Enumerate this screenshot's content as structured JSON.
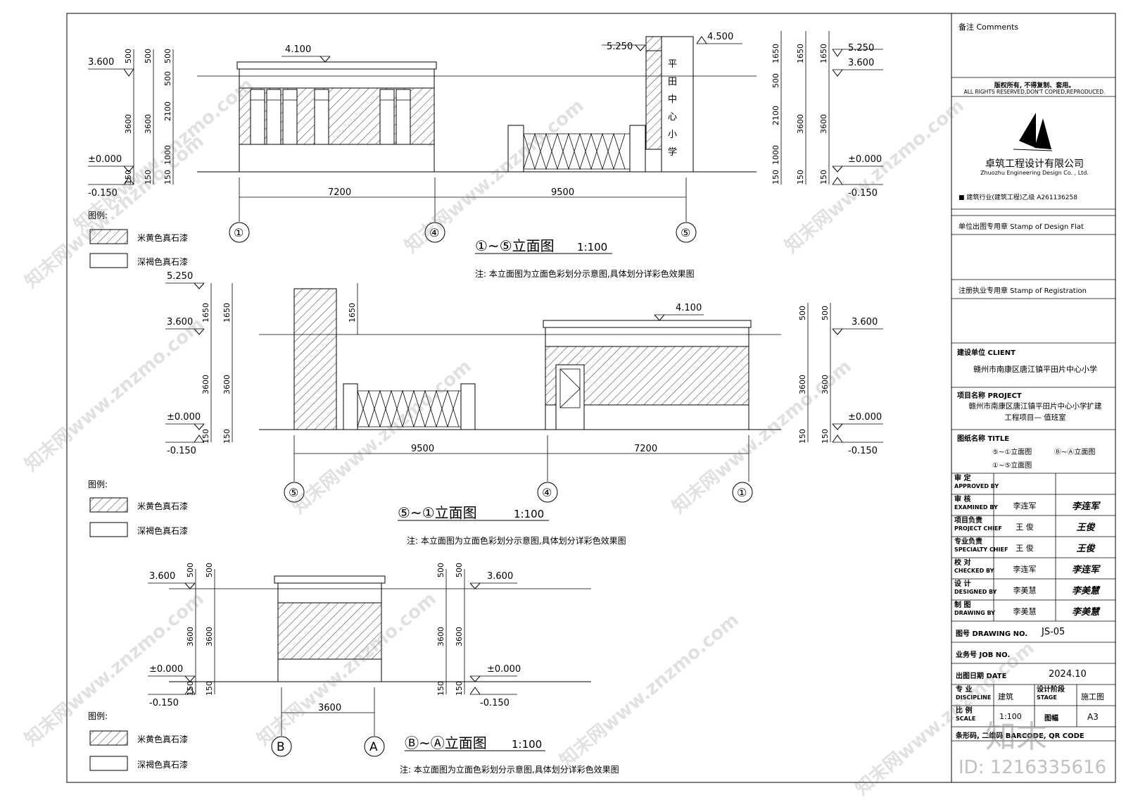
{
  "elev1": {
    "title": "①~⑤立面图",
    "scale": "1:100",
    "note": "注: 本立面图为立面色彩划分示意图,具体划分详彩色效果图",
    "lv_left_top": "3.600",
    "lv_left_zero": "±0.000",
    "lv_left_neg": "-0.150",
    "lv_roof": "4.100",
    "lv_sign_top": "5.250",
    "lv_sign_mid": "4.500",
    "lv_right_top": "5.250",
    "lv_right_mid": "3.600",
    "lv_right_zero": "±0.000",
    "lv_right_neg": "-0.150",
    "ld_a": [
      "500",
      "3600",
      "150"
    ],
    "ld_b": [
      "500",
      "3600",
      "150"
    ],
    "ld_c": [
      "500",
      "500",
      "2100",
      "1000",
      "150"
    ],
    "rd_a": [
      "1650",
      "500",
      "2100",
      "1000",
      "150"
    ],
    "rd_b": [
      "1650",
      "3600",
      "150"
    ],
    "rd_c": [
      "1650",
      "3600",
      "150"
    ],
    "dim1": "7200",
    "dim2": "9500",
    "axis": [
      "①",
      "④",
      "⑤"
    ],
    "sign_text": [
      "平",
      "田",
      "中",
      "心",
      "小",
      "学"
    ]
  },
  "elev2": {
    "title": "⑤~①立面图",
    "scale": "1:100",
    "note": "注: 本立面图为立面色彩划分示意图,具体划分详彩色效果图",
    "lv_top": "5.250",
    "lv_mid": "3.600",
    "lv_zero": "±0.000",
    "lv_neg": "-0.150",
    "lv_roof": "4.100",
    "lv_r_mid": "3.600",
    "lv_r_zero": "±0.000",
    "lv_r_neg": "-0.150",
    "ld_a": [
      "1650",
      "3600",
      "150"
    ],
    "ld_b": [
      "1650",
      "3600",
      "150"
    ],
    "ld_c": "1650",
    "rd_a": [
      "500",
      "3600",
      "150"
    ],
    "rd_b": [
      "500",
      "3600",
      "150"
    ],
    "dim1": "9500",
    "dim2": "7200",
    "axis": [
      "⑤",
      "④",
      "①"
    ]
  },
  "elev3": {
    "title": "Ⓑ~Ⓐ立面图",
    "scale": "1:100",
    "note": "注: 本立面图为立面色彩划分示意图,具体划分详彩色效果图",
    "lv_top": "3.600",
    "lv_zero": "±0.000",
    "lv_neg": "-0.150",
    "ld_a": [
      "500",
      "3600",
      "150"
    ],
    "ld_b": [
      "500",
      "3600",
      "150"
    ],
    "rd_a": [
      "500",
      "3600",
      "150"
    ],
    "rd_b": [
      "500",
      "3600",
      "150"
    ],
    "dim1": "3600",
    "axis": [
      "B",
      "A"
    ]
  },
  "legend": {
    "title": "图例:",
    "hatched": "米黄色真石漆",
    "plain": "深褐色真石漆"
  },
  "titleblock": {
    "comments": "备注  Comments",
    "rights_cn": "版权所有, 不得复制、套用。",
    "rights_en": "ALL RIGHTS RESERVED,DON'T COPIED,REPRODUCED.",
    "company_cn": "卓筑工程设计有限公司",
    "company_en": "Zhuozhu Engineering Design Co. , Ltd.",
    "license": "■ 建筑行业(建筑工程)乙级 A261136258",
    "stamp_design": "单位出图专用章  Stamp of Design Flat",
    "stamp_reg": "注册执业专用章  Stamp of Registration",
    "client_label": "建设单位  CLIENT",
    "client": "赣州市南康区唐江镇平田片中心小学",
    "project_label": "项目名称  PROJECT",
    "project_1": "赣州市南康区唐江镇平田片中心小学扩建",
    "project_2": "工程项目— 值班室",
    "title_label": "图纸名称  TITLE",
    "title_1": "⑤~①立面图",
    "title_2": "Ⓑ~Ⓐ立面图",
    "title_3": "①~⑤立面图",
    "roles": [
      {
        "cn": "审    定",
        "en": "APPROVED BY",
        "name": "",
        "sign": ""
      },
      {
        "cn": "审    核",
        "en": "EXAMINED BY",
        "name": "李连军",
        "sign": "李连军"
      },
      {
        "cn": "项目负责",
        "en": "PROJECT CHIEF",
        "name": "王  俊",
        "sign": "王俊"
      },
      {
        "cn": "专业负责",
        "en": "SPECIALTY CHIEF",
        "name": "王  俊",
        "sign": "王俊"
      },
      {
        "cn": "校    对",
        "en": "CHECKED BY",
        "name": "李连军",
        "sign": "李连军"
      },
      {
        "cn": "设    计",
        "en": "DESIGNED BY",
        "name": "李美慧",
        "sign": "李美慧"
      },
      {
        "cn": "制    图",
        "en": "DRAWING BY",
        "name": "李美慧",
        "sign": "李美慧"
      }
    ],
    "drawing_no_label": "图号  DRAWING NO.",
    "drawing_no": "JS-05",
    "job_no_label": "业务号  JOB NO.",
    "date_label": "出图日期  DATE",
    "date": "2024.10",
    "discipline_label": "专    业",
    "discipline_en": "DISCIPLINE",
    "discipline": "建筑",
    "stage_label": "设计阶段",
    "stage_en": "STAGE",
    "stage": "施工图",
    "scale_label": "比    例",
    "scale_en": "SCALE",
    "scale": "1:100",
    "size_label": "图幅",
    "size": "A3",
    "barcode_label": "条形码, 二维码  BARCODE, QR CODE"
  },
  "watermark": {
    "text": "知末网www.znzmo.com",
    "brand": "知末",
    "id": "ID: 1216335616"
  }
}
